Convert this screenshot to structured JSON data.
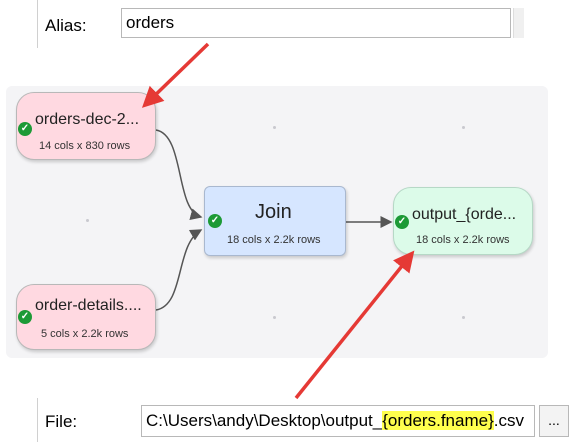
{
  "alias": {
    "label": "Alias:",
    "value": "orders"
  },
  "nodes": {
    "orders_dec": {
      "title": "orders-dec-2...",
      "sub": "14 cols x 830 rows"
    },
    "order_details": {
      "title": "order-details....",
      "sub": "5 cols x 2.2k rows"
    },
    "join": {
      "title": "Join",
      "sub": "18 cols x 2.2k rows"
    },
    "output": {
      "title": "output_{orde...",
      "sub": "18 cols x 2.2k rows"
    }
  },
  "file": {
    "label": "File:",
    "prefix": "C:\\Users\\andy\\Desktop\\output_",
    "highlight": "{orders.fname}",
    "suffix": ".csv",
    "browse_label": "..."
  },
  "colors": {
    "input_node": "#ffd9e1",
    "transform_node": "#d6e6ff",
    "output_node": "#dcfbe9",
    "annotation_arrow": "#e53935",
    "success_check": "#1d9a36",
    "highlight": "#ffff4d"
  },
  "icons": {
    "status": "check-circle-icon"
  }
}
